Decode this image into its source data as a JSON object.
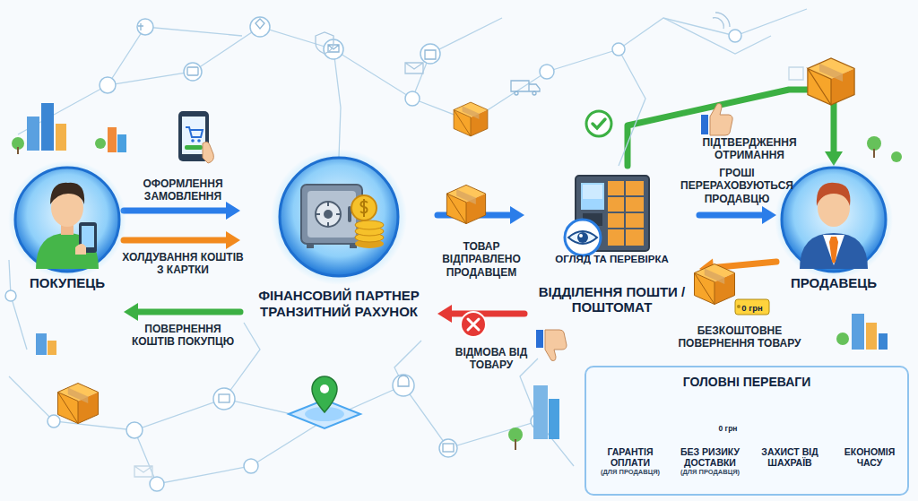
{
  "diagram": {
    "nodes": [
      {
        "text": [
          "ПОКУПЕЦЬ"
        ]
      },
      {
        "text": [
          "ФІНАНСОВИЙ ПАРТНЕР ТРАНЗИТНИЙ РАХУНОК"
        ]
      },
      {
        "text": [
          "ОГЛЯД ТА ПЕРЕВІРКА",
          "ВІДДІЛЕННЯ ПОШТИ / ПОШТОМАТ"
        ]
      },
      {
        "text": [
          "ПРОДАВЕЦЬ"
        ]
      },
      {
        "text": [
          "ГОЛОВНІ ПЕРЕВАГИ"
        ]
      },
      {
        "text": [
          "ГАРАНТІЯ ОПЛАТИ",
          "(ДЛЯ ПРОДАВЦЯ)"
        ],
        "in": 4
      },
      {
        "text": [
          "БЕЗ РИЗИКУ ДОСТАВКИ",
          "(ДЛЯ ПРОДАВЦЯ)"
        ],
        "in": 4
      },
      {
        "text": [
          "ЗАХИСТ ВІД ШАХРАЇВ"
        ],
        "in": 4
      },
      {
        "text": [
          "ЕКОНОМІЯ ЧАСУ"
        ],
        "in": 4
      }
    ],
    "edges": [
      {
        "from": 0,
        "to": 1,
        "label": "ОФОРМЛЕННЯ ЗАМОВЛЕННЯ",
        "arrow": "to"
      },
      {
        "from": 0,
        "to": 1,
        "label": "ХОЛДУВАННЯ КОШТІВ З КАРТКИ",
        "arrow": "to"
      },
      {
        "from": 1,
        "to": 2,
        "label": "ТОВАР ВІДПРАВЛЕНО ПРОДАВЦЕМ",
        "arrow": "to"
      },
      {
        "from": 2,
        "to": 3,
        "label": "ГРОШІ ПЕРЕРАХОВУЮТЬСЯ ПРОДАВЦЮ",
        "arrow": "to"
      },
      {
        "from": 3,
        "to": 2,
        "label": "БЕЗКОШТОВНЕ ПОВЕРНЕННЯ ТОВАРУ",
        "arrow": "to"
      },
      {
        "from": 2,
        "to": 1,
        "label": "ВІДМОВА ВІД ТОВАРУ",
        "arrow": "to"
      },
      {
        "from": 1,
        "to": 0,
        "label": "ПОВЕРНЕННЯ КОШТІВ ПОКУПЦЮ",
        "arrow": "to"
      },
      {
        "from": 2,
        "to": 3,
        "label": "ПІДТВЕРДЖЕННЯ ОТРИМАННЯ",
        "arrow": "to"
      }
    ],
    "labels": [
      "0 грн",
      "0 грн"
    ]
  }
}
